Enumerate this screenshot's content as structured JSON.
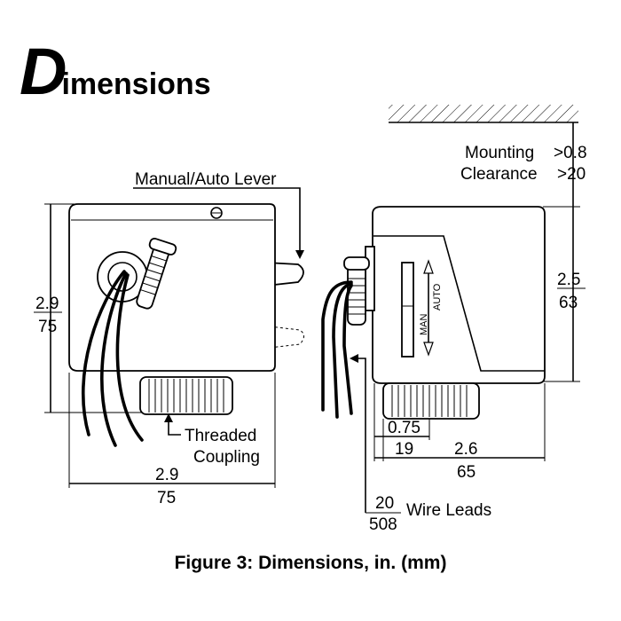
{
  "header": {
    "title_initial": "D",
    "title_rest": "imensions"
  },
  "labels": {
    "manual_auto_lever": "Manual/Auto Lever",
    "threaded_coupling_line1": "Threaded",
    "threaded_coupling_line2": "Coupling",
    "mounting": "Mounting",
    "clearance": "Clearance",
    "mounting_in": ">0.8",
    "clearance_mm": ">20",
    "wire_leads": "Wire Leads",
    "man": "MAN",
    "auto": "AUTO"
  },
  "dimensions": {
    "front_height_in": "2.9",
    "front_height_mm": "75",
    "front_width_in": "2.9",
    "front_width_mm": "75",
    "side_height_in": "2.5",
    "side_height_mm": "63",
    "coupling_in": "0.75",
    "coupling_mm": "19",
    "side_width_in": "2.6",
    "side_width_mm": "65",
    "wire_in": "20",
    "wire_mm": "508"
  },
  "caption": "Figure 3: Dimensions, in. (mm)"
}
